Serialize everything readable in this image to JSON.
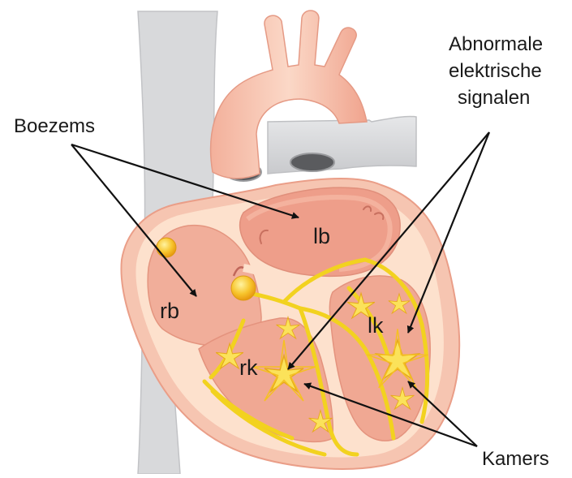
{
  "labels": {
    "boezems": "Boezems",
    "abnormal_line1": "Abnormale",
    "abnormal_line2": "elektrische",
    "abnormal_line3": "signalen",
    "kamers": "Kamers"
  },
  "chambers": {
    "lb": "lb",
    "rb": "rb",
    "lk": "lk",
    "rk": "rk"
  },
  "colors": {
    "vessel_grey": "#d9dadc",
    "heart_outer": "#f6c9b6",
    "heart_wall_light": "#fde3cf",
    "chamber_inner": "#ec9f8a",
    "chamber_mid": "#f3b7a3",
    "conduction": "#f2d21f",
    "node": "#f5b82a",
    "spark": "#f7c637",
    "arrow": "#111111"
  }
}
